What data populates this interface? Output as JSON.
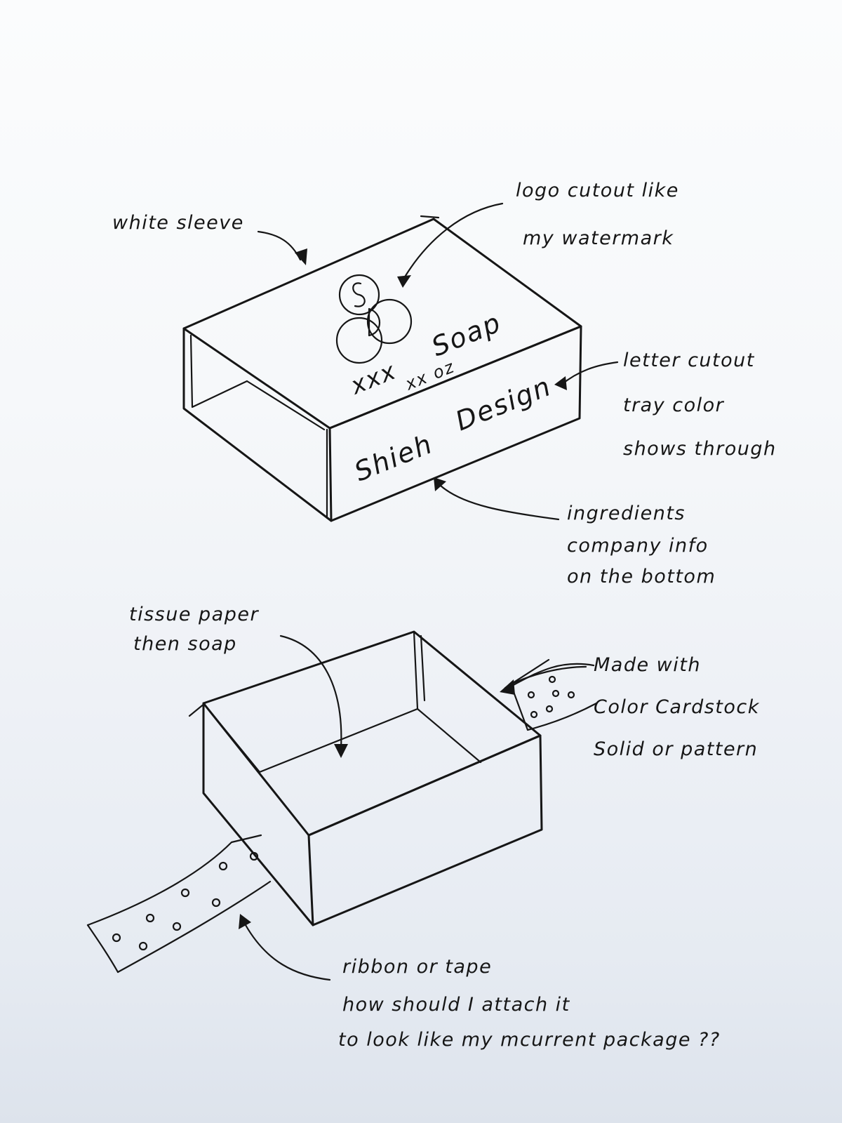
{
  "annotations": {
    "white_sleeve": "white sleeve",
    "logo_line1": "logo cutout like",
    "logo_line2": "my watermark",
    "letter_line1": "letter cutout",
    "letter_line2": "tray color",
    "letter_line3": "shows through",
    "ingredients_line1": "ingredients",
    "ingredients_line2": "company info",
    "ingredients_line3": "on the bottom",
    "tissue_line1": "tissue paper",
    "tissue_line2": "then soap",
    "cardstock_line1": "Made with",
    "cardstock_line2": "Color Cardstock",
    "cardstock_line3": "Solid or pattern",
    "ribbon_line1": "ribbon or tape",
    "ribbon_line2": "how should I attach it",
    "ribbon_line3": "to look like my mcurrent package ??"
  },
  "sleeve_text": {
    "soap": "Soap",
    "xxx": "xxx",
    "oz": "xx oz",
    "brand_first": "Shieh",
    "brand_second": "Design"
  },
  "colors": {
    "ink": "#161616",
    "paper": "#f6f8fa"
  }
}
